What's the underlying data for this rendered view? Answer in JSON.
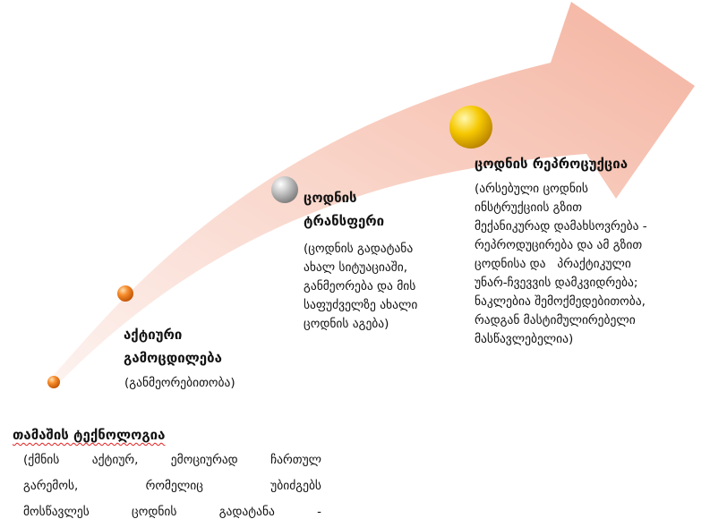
{
  "colors": {
    "arrow_start": "#fbeeea",
    "arrow_end": "#f6b8a6",
    "ball_orange": "#f07a20",
    "ball_silver": "#b8b8b8",
    "ball_gold": "#f2c200"
  },
  "stages": [
    {
      "title": "თამაშის ტექნოლოგია",
      "body_lines": [
        "(ქმნის აქტიურ, ემოციურად ჩართულ",
        "გარემოს, რომელიც უბიძგებს",
        "მოსწავლეს ცოდნის გადატანა -"
      ]
    },
    {
      "title_lines": [
        "აქტიური",
        "გამოცდილება"
      ],
      "body": "(განმეორებითობა)"
    },
    {
      "title_lines": [
        "ცოდნის",
        "ტრანსფერი"
      ],
      "body_lines": [
        "(ცოდნის გადატანა",
        "ახალ სიტუაციაში,",
        "განმეორება და მის",
        "საფუძველზე ახალი",
        "ცოდნის აგება)"
      ]
    },
    {
      "title": "ცოდნის რეპროცუქცია",
      "body_lines": [
        "(არსებული ცოდნის",
        "ინსტრუქციის გზით",
        "მექანიკურად დამახსოვრება -",
        "რეპროდუცირება და ამ გზით",
        "ცოდნისა და   პრაქტიკული",
        "უნარ-ჩვევვის დამკვიდრება;",
        "ნაკლებია შემოქმედებითობა,",
        "რადგან მასტიმულირებელი",
        "მასწავლებელია)"
      ]
    }
  ]
}
